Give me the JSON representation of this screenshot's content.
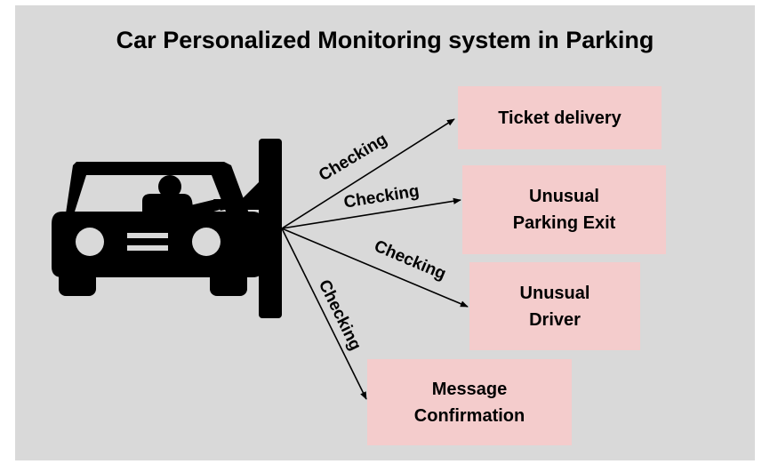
{
  "title": "Car Personalized Monitoring system in Parking",
  "boxes": {
    "ticket": [
      "Ticket delivery"
    ],
    "exit": [
      "Unusual",
      "Parking Exit"
    ],
    "driver": [
      "Unusual",
      "Driver"
    ],
    "message": [
      "Message",
      "Confirmation"
    ]
  },
  "arrows": {
    "ticket_label": "Checking",
    "exit_label": "Checking",
    "driver_label": "Checking",
    "message_label": "Checking"
  },
  "colors": {
    "background": "#d9d9d9",
    "box_fill": "#f4cccc",
    "ink": "#000000"
  },
  "icons": {
    "car": "car-with-driver-icon",
    "gate": "parking-gate-post-icon"
  }
}
